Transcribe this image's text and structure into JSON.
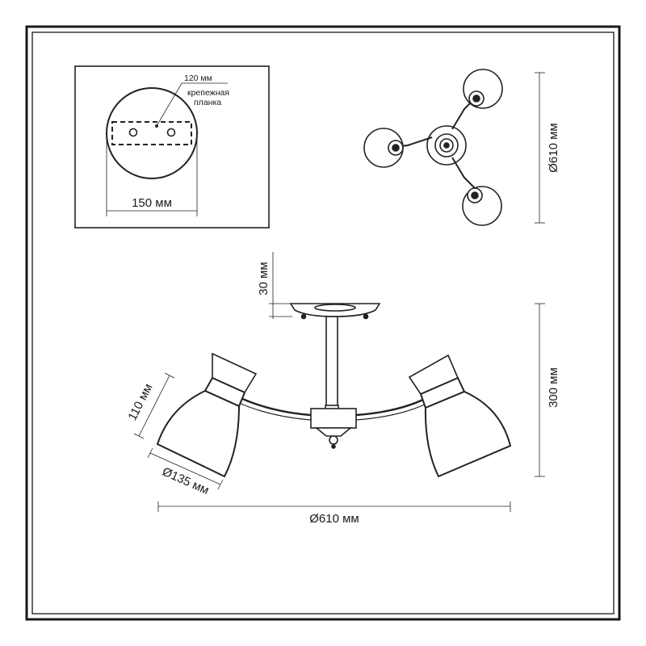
{
  "mount_detail": {
    "plate_dimension": "120 мм",
    "plate_caption_line1": "крепежная",
    "plate_caption_line2": "планка",
    "base_diameter": "150 мм"
  },
  "top_view": {
    "overall_diameter": "Ø610 мм"
  },
  "side_view": {
    "canopy_height": "30 мм",
    "total_height": "300 мм",
    "shade_height": "110 мм",
    "shade_diameter": "Ø135 мм",
    "overall_width": "Ø610 мм"
  },
  "colors": {
    "frame": "#1a1a1a",
    "line": "#222222",
    "shade_fill": "#ffffff"
  }
}
